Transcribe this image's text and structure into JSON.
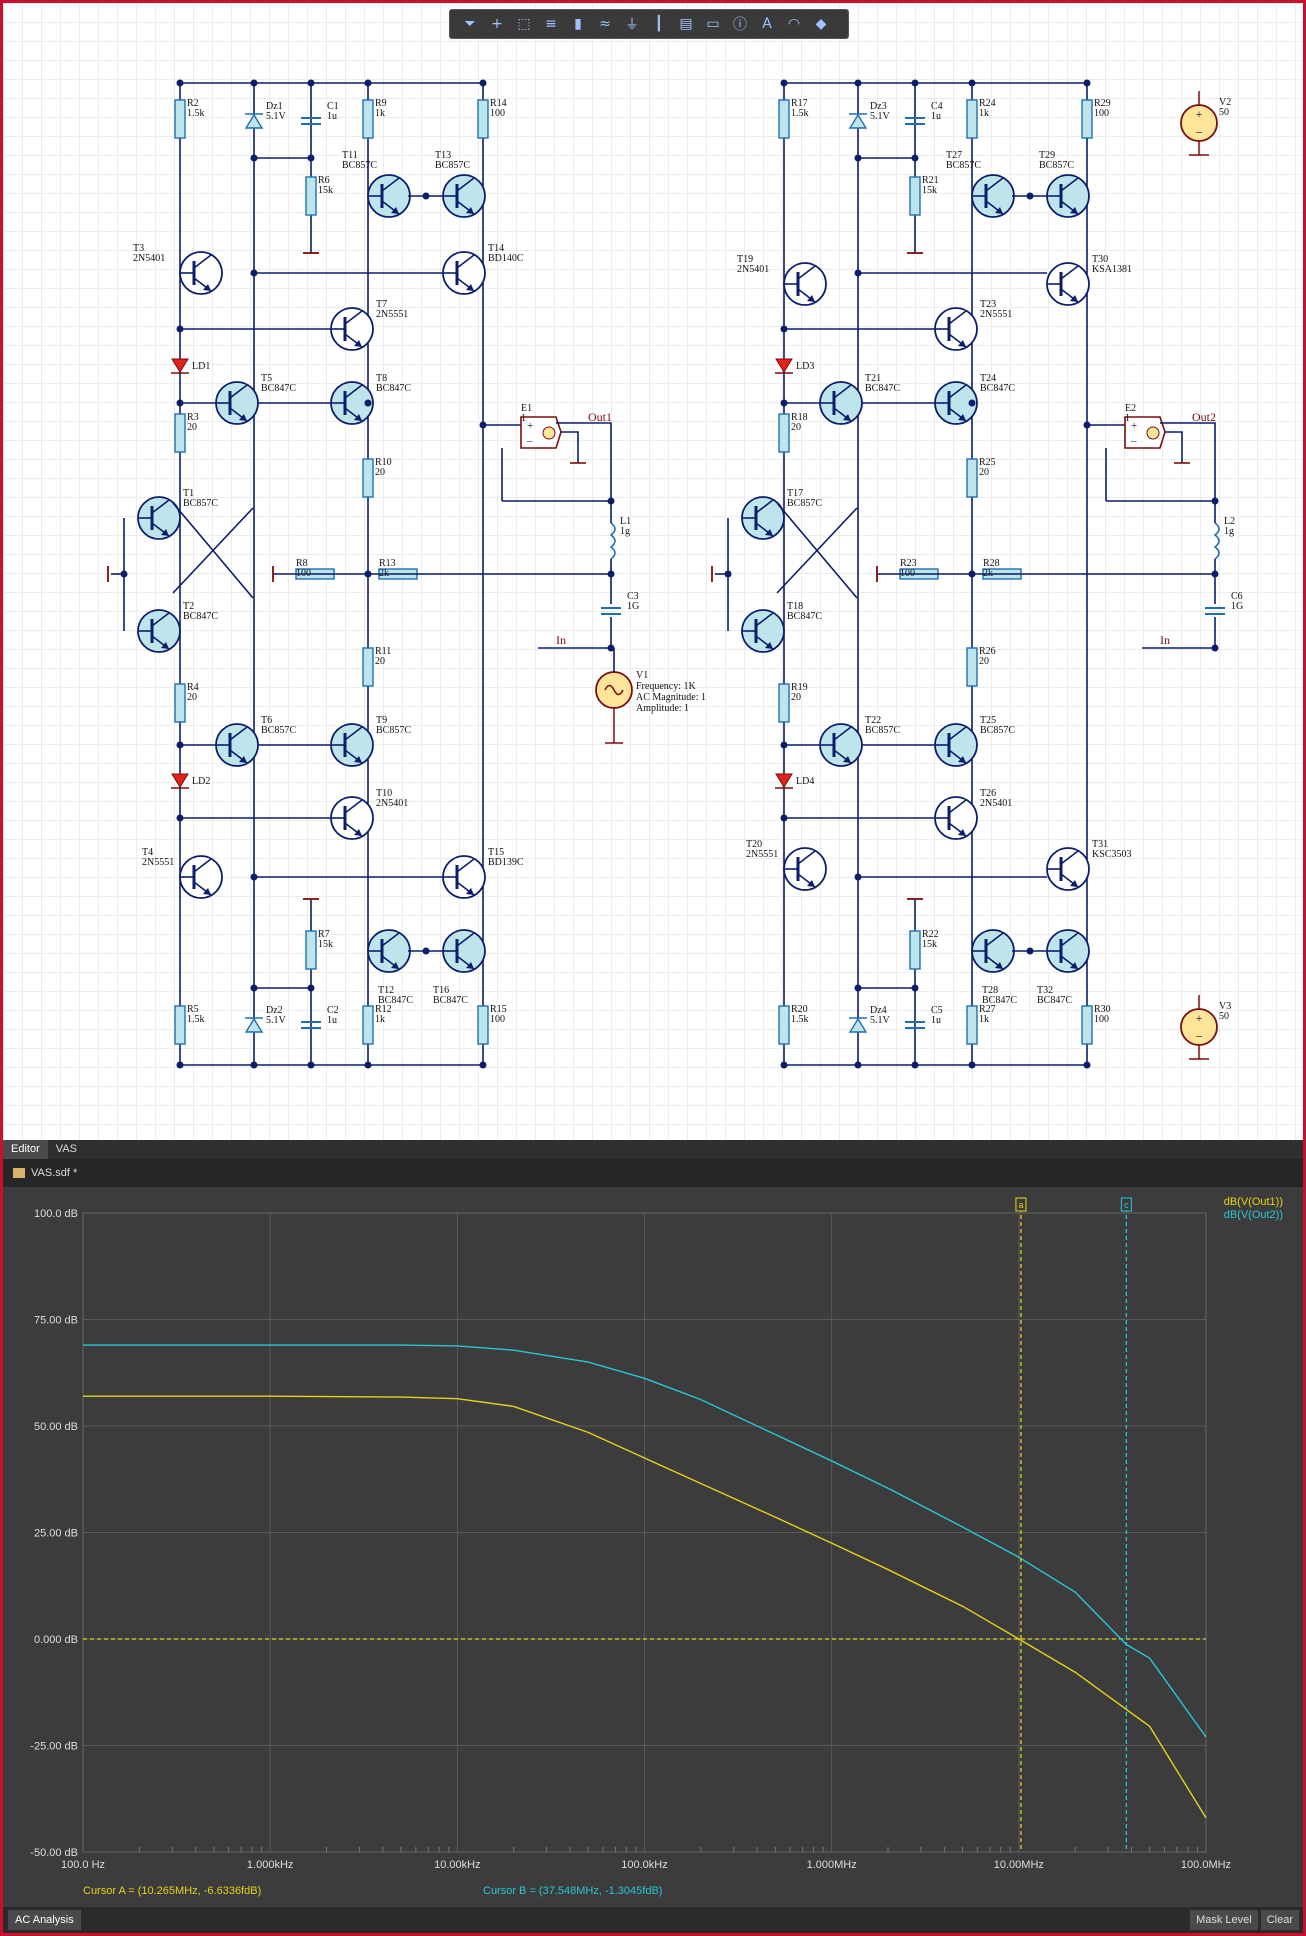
{
  "toolbar": {
    "icons": [
      "filter-icon",
      "crosshair-icon",
      "select-rect-icon",
      "align-icon",
      "component-icon",
      "wire-icon",
      "ground-icon",
      "bus-icon",
      "net-label-icon",
      "port-icon",
      "probe-icon",
      "text-icon",
      "arc-icon",
      "power-icon"
    ]
  },
  "schematic": {
    "labels": [
      {
        "id": "R2",
        "t": "R2",
        "v": "1.5k"
      },
      {
        "id": "Dz1",
        "t": "Dz1",
        "v": "5.1V"
      },
      {
        "id": "C1",
        "t": "C1",
        "v": "1u"
      },
      {
        "id": "R9",
        "t": "R9",
        "v": "1k"
      },
      {
        "id": "R14",
        "t": "R14",
        "v": "100"
      },
      {
        "id": "R6",
        "t": "R6",
        "v": "15k"
      },
      {
        "id": "T11",
        "t": "T11",
        "v": "BC857C"
      },
      {
        "id": "T13",
        "t": "T13",
        "v": "BC857C"
      },
      {
        "id": "T3",
        "t": "T3",
        "v": "2N5401"
      },
      {
        "id": "T14",
        "t": "T14",
        "v": "BD140C"
      },
      {
        "id": "T7",
        "t": "T7",
        "v": "2N5551"
      },
      {
        "id": "LD1",
        "t": "LD1",
        "v": ""
      },
      {
        "id": "T5",
        "t": "T5",
        "v": "BC847C"
      },
      {
        "id": "T8",
        "t": "T8",
        "v": "BC847C"
      },
      {
        "id": "E1",
        "t": "E1",
        "v": "1"
      },
      {
        "id": "R3",
        "t": "R3",
        "v": "20"
      },
      {
        "id": "R10",
        "t": "R10",
        "v": "20"
      },
      {
        "id": "T1",
        "t": "T1",
        "v": "BC857C"
      },
      {
        "id": "L1",
        "t": "L1",
        "v": "1g"
      },
      {
        "id": "R8",
        "t": "R8",
        "v": "100"
      },
      {
        "id": "R13",
        "t": "R13",
        "v": "2k"
      },
      {
        "id": "T2",
        "t": "T2",
        "v": "BC847C"
      },
      {
        "id": "C3",
        "t": "C3",
        "v": "1G"
      },
      {
        "id": "R11",
        "t": "R11",
        "v": "20"
      },
      {
        "id": "R4",
        "t": "R4",
        "v": "20"
      },
      {
        "id": "T6",
        "t": "T6",
        "v": "BC857C"
      },
      {
        "id": "T9",
        "t": "T9",
        "v": "BC857C"
      },
      {
        "id": "LD2",
        "t": "LD2",
        "v": ""
      },
      {
        "id": "T10",
        "t": "T10",
        "v": "2N5401"
      },
      {
        "id": "T4",
        "t": "T4",
        "v": "2N5551"
      },
      {
        "id": "T15",
        "t": "T15",
        "v": "BD139C"
      },
      {
        "id": "R7",
        "t": "R7",
        "v": "15k"
      },
      {
        "id": "T12",
        "t": "T12",
        "v": "BC847C"
      },
      {
        "id": "T16",
        "t": "T16",
        "v": "BC847C"
      },
      {
        "id": "R5",
        "t": "R5",
        "v": "1.5k"
      },
      {
        "id": "Dz2",
        "t": "Dz2",
        "v": "5.1V"
      },
      {
        "id": "C2",
        "t": "C2",
        "v": "1u"
      },
      {
        "id": "R12",
        "t": "R12",
        "v": "1k"
      },
      {
        "id": "R15",
        "t": "R15",
        "v": "100"
      },
      {
        "id": "R17",
        "t": "R17",
        "v": "1.5k"
      },
      {
        "id": "Dz3",
        "t": "Dz3",
        "v": "5.1V"
      },
      {
        "id": "C4",
        "t": "C4",
        "v": "1u"
      },
      {
        "id": "R24",
        "t": "R24",
        "v": "1k"
      },
      {
        "id": "R29",
        "t": "R29",
        "v": "100"
      },
      {
        "id": "R21",
        "t": "R21",
        "v": "15k"
      },
      {
        "id": "T27",
        "t": "T27",
        "v": "BC857C"
      },
      {
        "id": "T29",
        "t": "T29",
        "v": "BC857C"
      },
      {
        "id": "T19",
        "t": "T19",
        "v": "2N5401"
      },
      {
        "id": "T30",
        "t": "T30",
        "v": "KSA1381"
      },
      {
        "id": "T23",
        "t": "T23",
        "v": "2N5551"
      },
      {
        "id": "LD3",
        "t": "LD3",
        "v": ""
      },
      {
        "id": "T21",
        "t": "T21",
        "v": "BC847C"
      },
      {
        "id": "T24",
        "t": "T24",
        "v": "BC847C"
      },
      {
        "id": "E2",
        "t": "E2",
        "v": "1"
      },
      {
        "id": "R18",
        "t": "R18",
        "v": "20"
      },
      {
        "id": "R25",
        "t": "R25",
        "v": "20"
      },
      {
        "id": "T17",
        "t": "T17",
        "v": "BC857C"
      },
      {
        "id": "L2",
        "t": "L2",
        "v": "1g"
      },
      {
        "id": "R23",
        "t": "R23",
        "v": "100"
      },
      {
        "id": "R28",
        "t": "R28",
        "v": "2k"
      },
      {
        "id": "T18",
        "t": "T18",
        "v": "BC847C"
      },
      {
        "id": "C6",
        "t": "C6",
        "v": "1G"
      },
      {
        "id": "R26",
        "t": "R26",
        "v": "20"
      },
      {
        "id": "R19",
        "t": "R19",
        "v": "20"
      },
      {
        "id": "T22",
        "t": "T22",
        "v": "BC857C"
      },
      {
        "id": "T25",
        "t": "T25",
        "v": "BC857C"
      },
      {
        "id": "LD4",
        "t": "LD4",
        "v": ""
      },
      {
        "id": "T26",
        "t": "T26",
        "v": "2N5401"
      },
      {
        "id": "T20",
        "t": "T20",
        "v": "2N5551"
      },
      {
        "id": "T31",
        "t": "T31",
        "v": "KSC3503"
      },
      {
        "id": "R22",
        "t": "R22",
        "v": "15k"
      },
      {
        "id": "T28",
        "t": "T28",
        "v": "BC847C"
      },
      {
        "id": "T32",
        "t": "T32",
        "v": "BC847C"
      },
      {
        "id": "R20",
        "t": "R20",
        "v": "1.5k"
      },
      {
        "id": "Dz4",
        "t": "Dz4",
        "v": "5.1V"
      },
      {
        "id": "C5",
        "t": "C5",
        "v": "1u"
      },
      {
        "id": "R27",
        "t": "R27",
        "v": "1k"
      },
      {
        "id": "R30",
        "t": "R30",
        "v": "100"
      },
      {
        "id": "V2",
        "t": "V2",
        "v": "50"
      },
      {
        "id": "V3",
        "t": "V3",
        "v": "50"
      }
    ],
    "nets": {
      "out1": "Out1",
      "out2": "Out2",
      "in1": "In",
      "in2": "In"
    },
    "source": {
      "name": "V1",
      "frequency": "Frequency: 1K",
      "ac_mag": "AC Magnitude: 1",
      "amplitude": "Amplitude: 1"
    }
  },
  "tabs": [
    "Editor",
    "VAS"
  ],
  "document": {
    "name": "VAS.sdf *"
  },
  "colors": {
    "out1": "#e6d21a",
    "out2": "#29c6d6",
    "wire": "#0c1d6b",
    "part": "#1f6fb0",
    "part_fill": "#bfe5ec",
    "plot_bg": "#3c3c3c",
    "grid": "#595959"
  },
  "chart_data": {
    "type": "line",
    "x_scale": "log",
    "xlim": [
      100,
      100000000
    ],
    "ylim": [
      -50,
      100
    ],
    "x_ticks": [
      {
        "v": 100,
        "label": "100.0 Hz"
      },
      {
        "v": 1000,
        "label": "1.000kHz"
      },
      {
        "v": 10000,
        "label": "10.00kHz"
      },
      {
        "v": 100000,
        "label": "100.0kHz"
      },
      {
        "v": 1000000,
        "label": "1.000MHz"
      },
      {
        "v": 10000000,
        "label": "10.00MHz"
      },
      {
        "v": 100000000,
        "label": "100.0MHz"
      }
    ],
    "y_ticks": [
      {
        "v": 100,
        "label": "100.0 dB"
      },
      {
        "v": 75,
        "label": "75.00 dB"
      },
      {
        "v": 50,
        "label": "50.00 dB"
      },
      {
        "v": 25,
        "label": "25.00 dB"
      },
      {
        "v": 0,
        "label": "0.000 dB"
      },
      {
        "v": -25,
        "label": "-25.00 dB"
      },
      {
        "v": -50,
        "label": "-50.00 dB"
      }
    ],
    "series": [
      {
        "name": "dB(V(Out1))",
        "color": "#e6d21a",
        "x": [
          100,
          1000,
          5000,
          10000,
          20000,
          50000,
          100000,
          200000,
          500000,
          1000000,
          2000000,
          5000000,
          10000000,
          20000000,
          50000000,
          100000000
        ],
        "y": [
          57,
          57,
          56.8,
          56.4,
          54.6,
          48.5,
          42.5,
          36.5,
          28.6,
          22.5,
          16.3,
          7.7,
          0,
          -7.8,
          -20.5,
          -42
        ]
      },
      {
        "name": "dB(V(Out2))",
        "color": "#29c6d6",
        "x": [
          100,
          1000,
          5000,
          10000,
          20000,
          50000,
          100000,
          200000,
          500000,
          1000000,
          2000000,
          5000000,
          10000000,
          20000000,
          37548000,
          50000000,
          100000000
        ],
        "y": [
          69,
          69,
          69,
          68.8,
          67.8,
          65,
          61.2,
          56.2,
          48,
          41.8,
          35.4,
          26.3,
          19.2,
          11,
          -1.3,
          -4.5,
          -23
        ]
      }
    ],
    "cursors": [
      {
        "id": "a",
        "x": 10265000,
        "color": "#e6d21a",
        "label": "Cursor A = (10.265MHz, -6.6336fdB)"
      },
      {
        "id": "c",
        "x": 37548000,
        "color": "#29c6d6",
        "label": "Cursor B = (37.548MHz, -1.3045fdB)"
      }
    ],
    "reference_y": 0
  },
  "status": {
    "tab": "AC Analysis",
    "mask_level": "Mask Level",
    "clear": "Clear"
  }
}
